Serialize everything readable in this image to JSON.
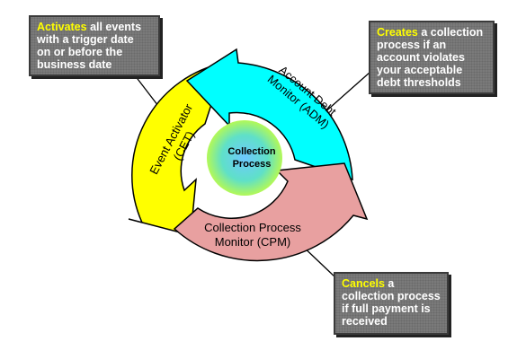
{
  "center": {
    "line1": "Collection",
    "line2": "Process"
  },
  "arrows": {
    "adm": {
      "line1": "Account Debt",
      "line2": "Monitor (ADM)"
    },
    "cet": {
      "line1": "Event Activator",
      "line2": "(CET)"
    },
    "cpm": {
      "line1": "Collection Process",
      "line2": "Monitor (CPM)"
    }
  },
  "callouts": {
    "activates": {
      "keyword": "Activates",
      "rest_1": " all events",
      "rest_2": "with a trigger date",
      "rest_3": "on or before the",
      "rest_4": "business date"
    },
    "creates": {
      "keyword": "Creates",
      "rest_1": " a collection",
      "rest_2": "process if an",
      "rest_3": "account violates",
      "rest_4": "your acceptable",
      "rest_5": "debt thresholds"
    },
    "cancels": {
      "keyword": "Cancels",
      "rest_1": " a",
      "rest_2": "collection process",
      "rest_3": "if full payment is",
      "rest_4": "received"
    }
  },
  "colors": {
    "adm_arrow": "#00ffff",
    "cet_arrow": "#ffff00",
    "cpm_arrow": "#e8a0a0",
    "callout_bg": "#7a7a7a",
    "keyword": "#ffff00"
  }
}
